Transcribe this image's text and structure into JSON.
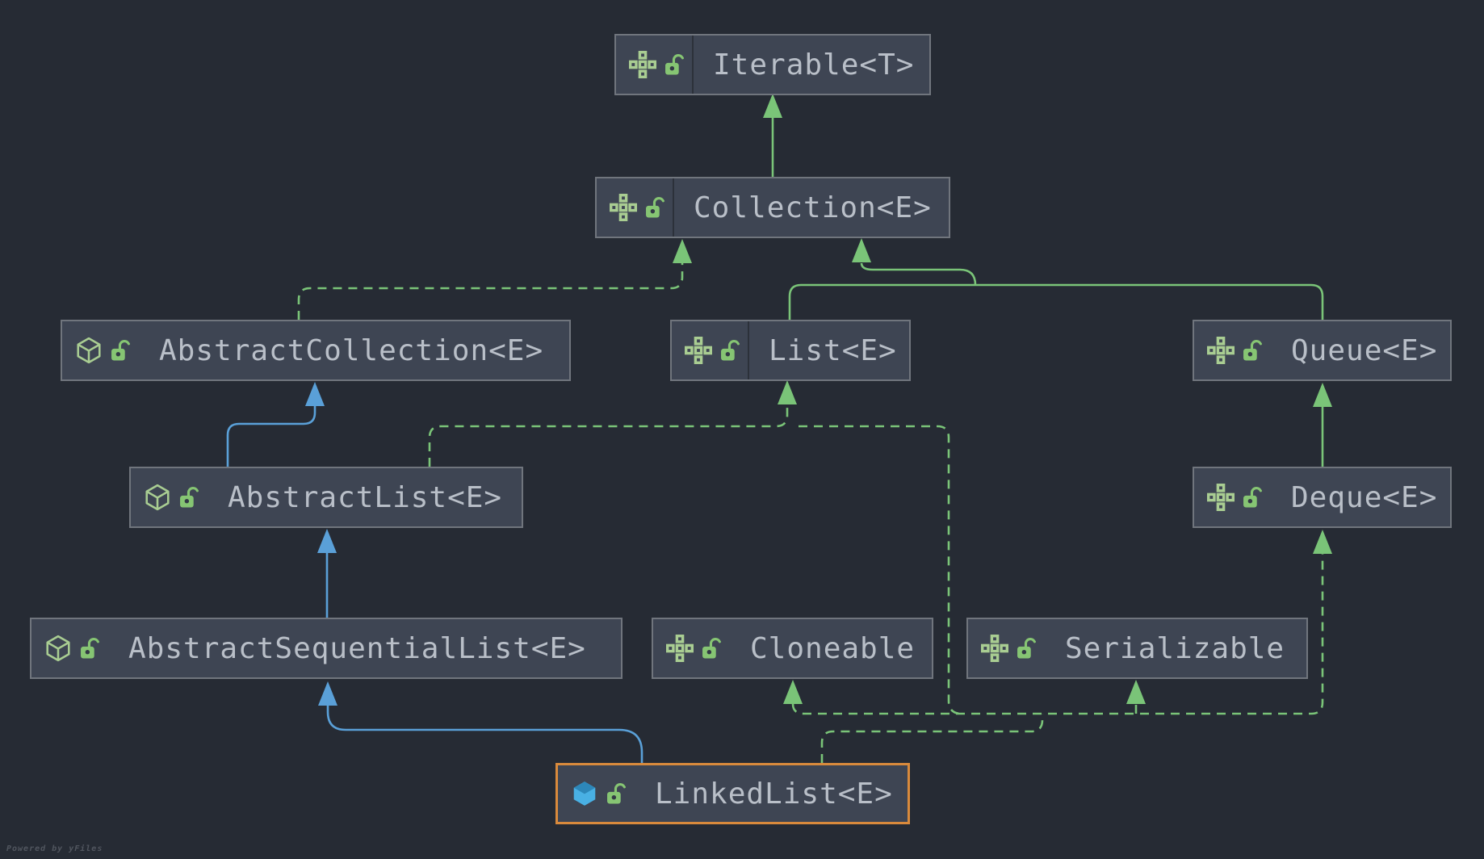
{
  "diagram": {
    "kind": "uml-class-hierarchy",
    "watermark": "Powered by yFiles"
  },
  "colors": {
    "background": "#262b34",
    "node_fill": "#3e4553",
    "node_border": "#70757d",
    "node_text": "#b9bfc8",
    "highlight_border": "#d98a3c",
    "edge_green": "#7ac478",
    "edge_blue": "#5aa0d8",
    "icon_green": "#a9cd92",
    "icon_lock_green": "#86c573",
    "icon_class_blue": "#49b0e4"
  },
  "nodes": [
    {
      "id": "iterable",
      "label": "Iterable<T>",
      "kind": "interface",
      "icons": [
        "interface-icon",
        "unlocked-padlock-icon"
      ],
      "highlighted": false
    },
    {
      "id": "collection",
      "label": "Collection<E>",
      "kind": "interface",
      "icons": [
        "interface-icon",
        "unlocked-padlock-icon"
      ],
      "highlighted": false
    },
    {
      "id": "abstractcollection",
      "label": "AbstractCollection<E>",
      "kind": "abstract-class",
      "icons": [
        "abstract-class-icon",
        "unlocked-padlock-icon"
      ],
      "highlighted": false
    },
    {
      "id": "list",
      "label": "List<E>",
      "kind": "interface",
      "icons": [
        "interface-icon",
        "unlocked-padlock-icon"
      ],
      "highlighted": false
    },
    {
      "id": "queue",
      "label": "Queue<E>",
      "kind": "interface",
      "icons": [
        "interface-icon",
        "unlocked-padlock-icon"
      ],
      "highlighted": false
    },
    {
      "id": "abstractlist",
      "label": "AbstractList<E>",
      "kind": "abstract-class",
      "icons": [
        "abstract-class-icon",
        "unlocked-padlock-icon"
      ],
      "highlighted": false
    },
    {
      "id": "deque",
      "label": "Deque<E>",
      "kind": "interface",
      "icons": [
        "interface-icon",
        "unlocked-padlock-icon"
      ],
      "highlighted": false
    },
    {
      "id": "asl",
      "label": "AbstractSequentialList<E>",
      "kind": "abstract-class",
      "icons": [
        "abstract-class-icon",
        "unlocked-padlock-icon"
      ],
      "highlighted": false
    },
    {
      "id": "cloneable",
      "label": "Cloneable",
      "kind": "interface",
      "icons": [
        "interface-icon",
        "unlocked-padlock-icon"
      ],
      "highlighted": false
    },
    {
      "id": "serializable",
      "label": "Serializable",
      "kind": "interface",
      "icons": [
        "interface-icon",
        "unlocked-padlock-icon"
      ],
      "highlighted": false
    },
    {
      "id": "linkedlist",
      "label": "LinkedList<E>",
      "kind": "class",
      "icons": [
        "class-icon",
        "unlocked-padlock-icon"
      ],
      "highlighted": true
    }
  ],
  "edges": [
    {
      "from": "Collection<E>",
      "to": "Iterable<T>",
      "relation": "extends",
      "style": "solid",
      "color": "green"
    },
    {
      "from": "List<E>",
      "to": "Collection<E>",
      "relation": "extends",
      "style": "solid",
      "color": "green"
    },
    {
      "from": "Queue<E>",
      "to": "Collection<E>",
      "relation": "extends",
      "style": "solid",
      "color": "green"
    },
    {
      "from": "Deque<E>",
      "to": "Queue<E>",
      "relation": "extends",
      "style": "solid",
      "color": "green"
    },
    {
      "from": "AbstractCollection<E>",
      "to": "Collection<E>",
      "relation": "implements",
      "style": "dashed",
      "color": "green"
    },
    {
      "from": "AbstractList<E>",
      "to": "List<E>",
      "relation": "implements",
      "style": "dashed",
      "color": "green"
    },
    {
      "from": "AbstractList<E>",
      "to": "AbstractCollection<E>",
      "relation": "extends",
      "style": "solid",
      "color": "blue"
    },
    {
      "from": "AbstractSequentialList<E>",
      "to": "AbstractList<E>",
      "relation": "extends",
      "style": "solid",
      "color": "blue"
    },
    {
      "from": "LinkedList<E>",
      "to": "AbstractSequentialList<E>",
      "relation": "extends",
      "style": "solid",
      "color": "blue"
    },
    {
      "from": "LinkedList<E>",
      "to": "List<E>",
      "relation": "implements",
      "style": "dashed",
      "color": "green"
    },
    {
      "from": "LinkedList<E>",
      "to": "Cloneable",
      "relation": "implements",
      "style": "dashed",
      "color": "green"
    },
    {
      "from": "LinkedList<E>",
      "to": "Serializable",
      "relation": "implements",
      "style": "dashed",
      "color": "green"
    },
    {
      "from": "LinkedList<E>",
      "to": "Deque<E>",
      "relation": "implements",
      "style": "dashed",
      "color": "green"
    }
  ]
}
